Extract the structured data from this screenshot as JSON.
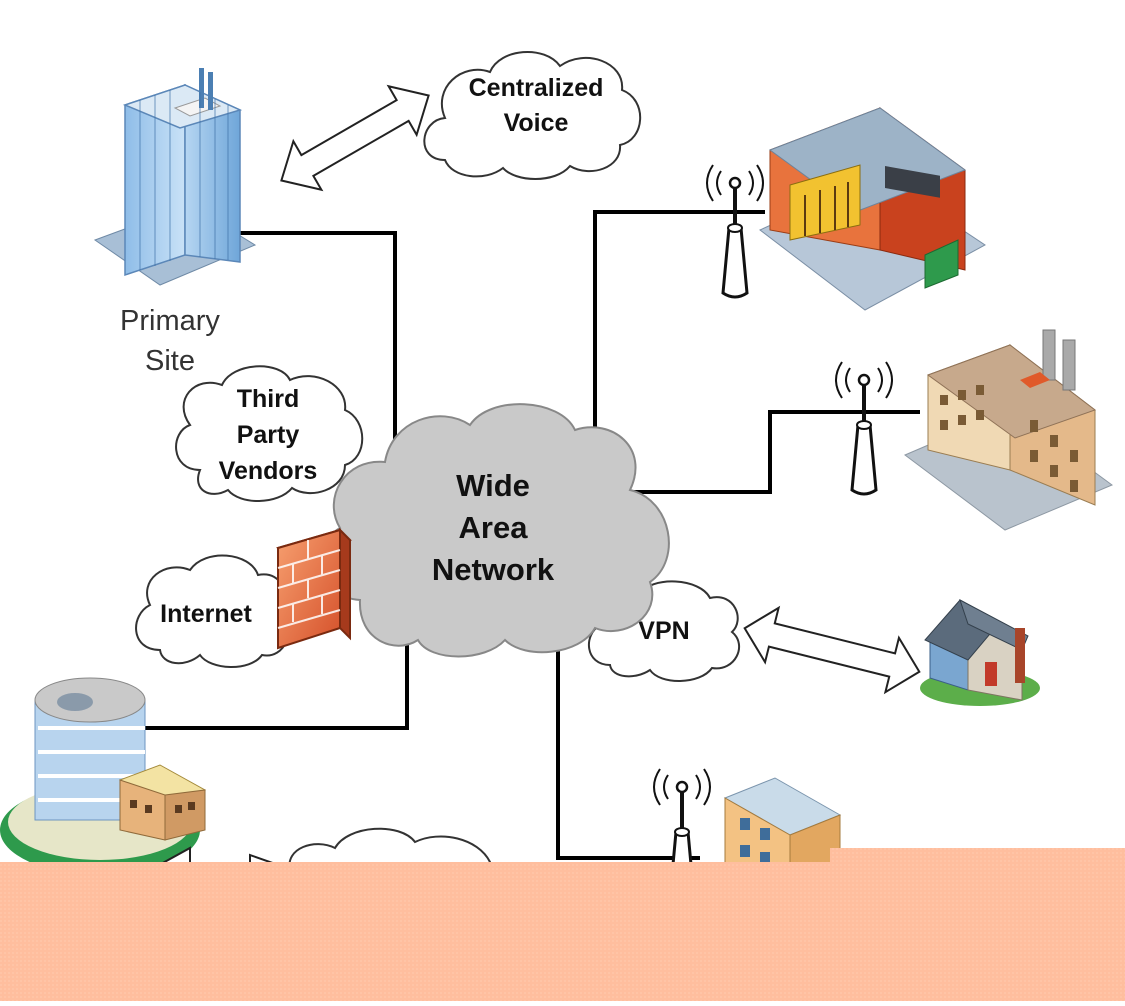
{
  "diagram": {
    "clouds": {
      "centralized_voice": [
        "Centralized",
        "Voice"
      ],
      "third_party": [
        "Third",
        "Party",
        "Vendors"
      ],
      "wan": [
        "Wide",
        "Area",
        "Network"
      ],
      "internet": [
        "Internet"
      ],
      "vpn": [
        "VPN"
      ]
    },
    "labels": {
      "primary_site": [
        "Primary",
        "Site"
      ]
    },
    "icons": [
      "office-tower-icon",
      "retail-store-icon",
      "factory-icon",
      "house-icon",
      "round-office-icon",
      "apartment-building-icon",
      "wireless-antenna-icon",
      "firewall-icon"
    ],
    "colors": {
      "wan_cloud": "#c9c9c9",
      "overlay": "#ffbf9f",
      "link": "#000000"
    }
  }
}
